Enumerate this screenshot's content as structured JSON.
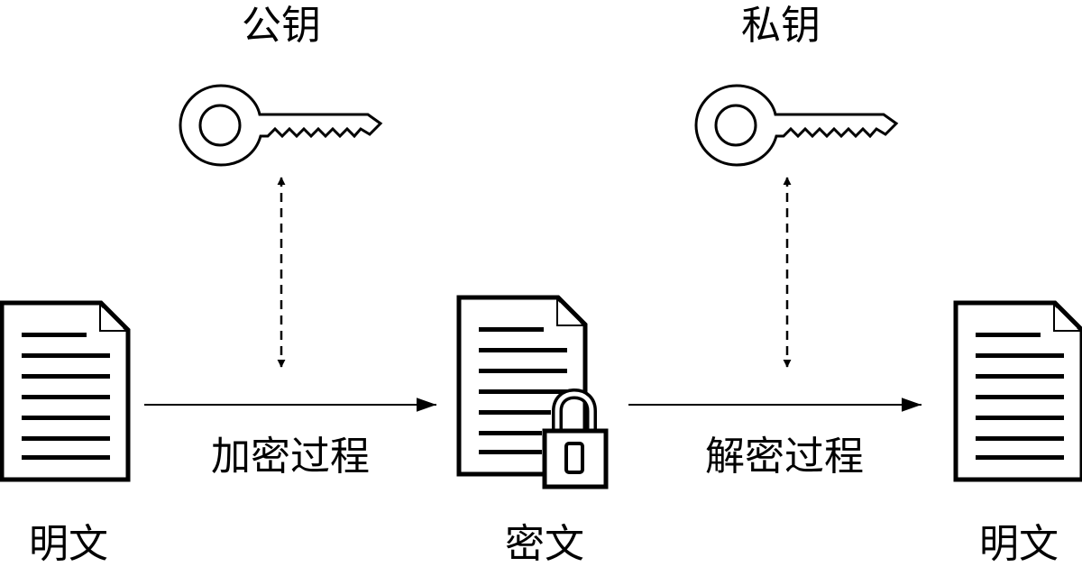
{
  "keys": {
    "public_label": "公钥",
    "private_label": "私钥"
  },
  "documents": {
    "plaintext_left_label": "明文",
    "ciphertext_label": "密文",
    "plaintext_right_label": "明文"
  },
  "processes": {
    "encrypt_label": "加密过程",
    "decrypt_label": "解密过程"
  },
  "colors": {
    "ink": "#000000",
    "paper": "#ffffff"
  }
}
